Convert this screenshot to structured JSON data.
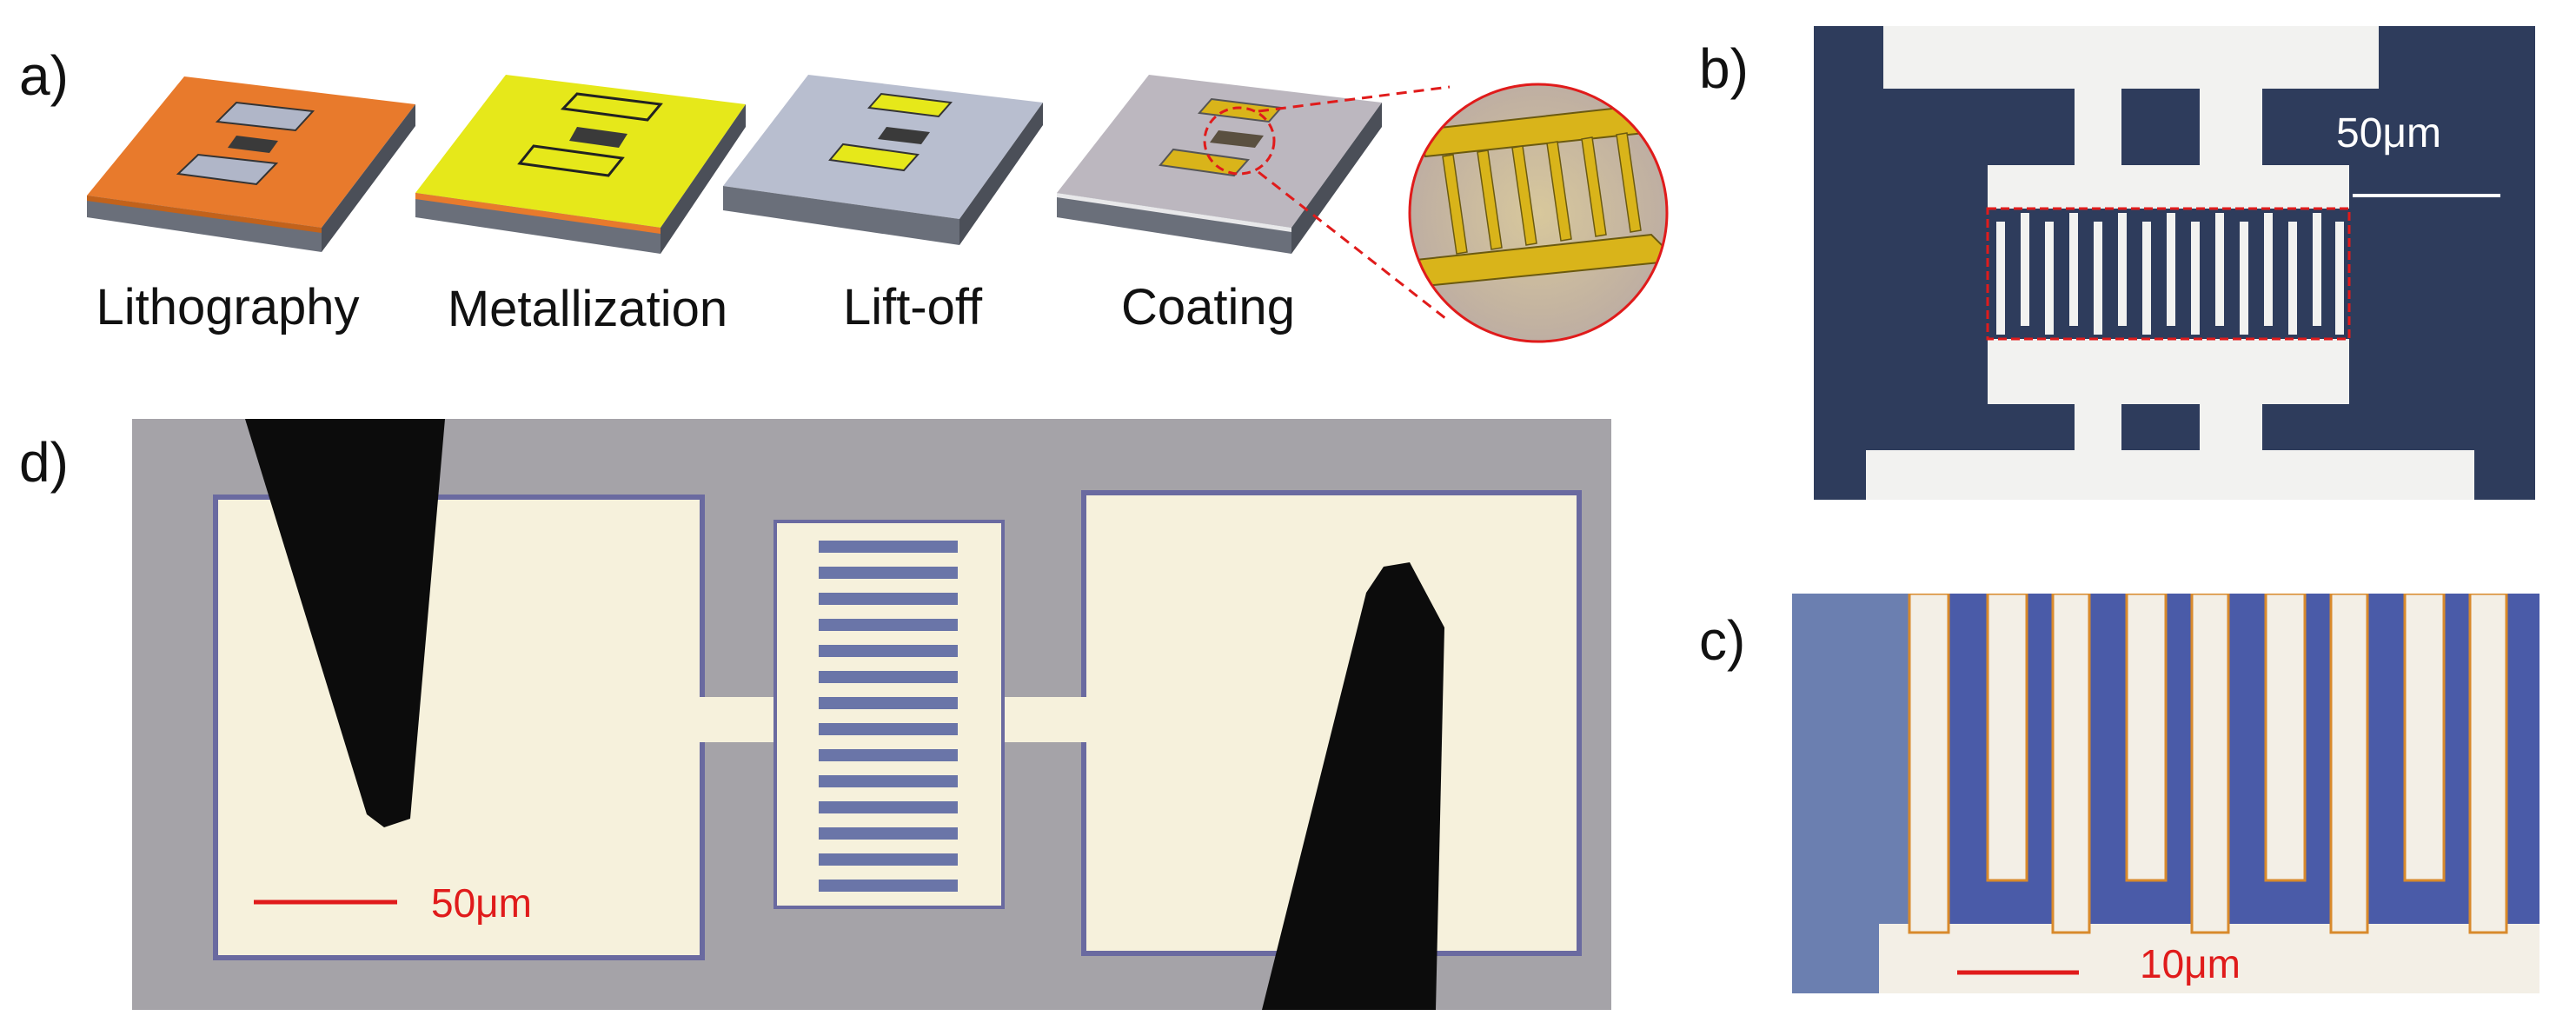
{
  "panels": {
    "a": {
      "letter": "a)",
      "steps": [
        {
          "label": "Lithography"
        },
        {
          "label": "Metallization"
        },
        {
          "label": "Lift-off"
        },
        {
          "label": "Coating"
        }
      ]
    },
    "b": {
      "letter": "b)",
      "scale_bar": "50μm"
    },
    "c": {
      "letter": "c)",
      "scale_bar": "10μm"
    },
    "d": {
      "letter": "d)",
      "scale_bar": "50μm"
    }
  },
  "colors": {
    "resist_orange": "#E87A2C",
    "metal_yellow": "#E6E81A",
    "gold": "#D9B41A",
    "substrate_gray": "#B8BECF",
    "substrate_dark": "#6A6F7A",
    "micro_navy": "#2E3C5C",
    "scale_red": "#E01B1B"
  }
}
